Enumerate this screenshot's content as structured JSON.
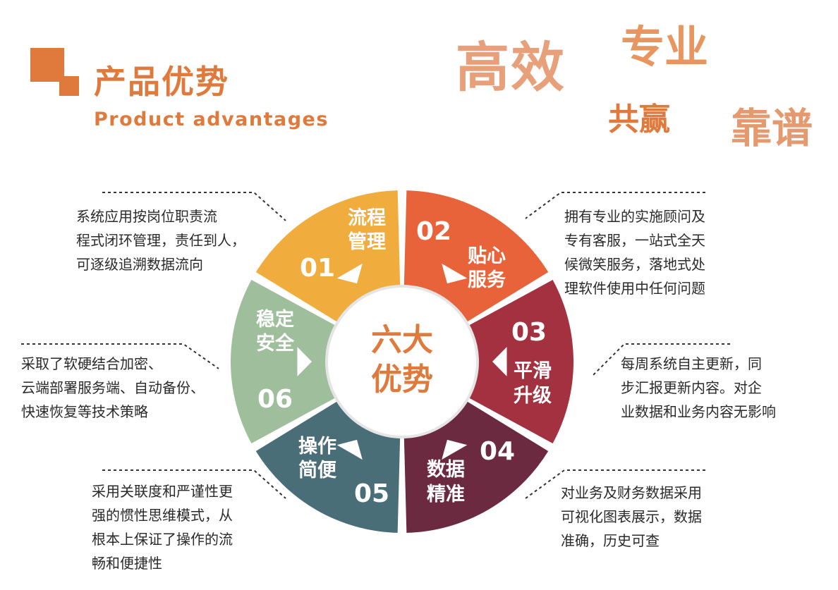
{
  "header": {
    "title_cn": "产品优势",
    "title_en": "Product advantages",
    "accent_color": "#e07a3c"
  },
  "keywords": [
    "高效",
    "专业",
    "共赢",
    "靠谱"
  ],
  "center": {
    "line1": "六大",
    "line2": "优势"
  },
  "segments": [
    {
      "num": "01",
      "label": [
        "流程",
        "管理"
      ],
      "color": "#f0ac3d"
    },
    {
      "num": "02",
      "label": [
        "贴心",
        "服务"
      ],
      "color": "#e8633a"
    },
    {
      "num": "03",
      "label": [
        "平滑",
        "升级"
      ],
      "color": "#a3313f"
    },
    {
      "num": "04",
      "label": [
        "数据",
        "精准"
      ],
      "color": "#6b2a3f"
    },
    {
      "num": "05",
      "label": [
        "操作",
        "简便"
      ],
      "color": "#4a6e78"
    },
    {
      "num": "06",
      "label": [
        "稳定",
        "安全"
      ],
      "color": "#9fbf9c"
    }
  ],
  "descriptions": {
    "d01": [
      "系统应用按岗位职责流",
      "程式闭环管理，责任到人，",
      "可逐级追溯数据流向"
    ],
    "d02": [
      "拥有专业的实施顾问及",
      "专有客服，一站式全天",
      "候微笑服务，落地式处",
      "理软件使用中任何问题"
    ],
    "d03": [
      "每周系统自主更新，同",
      "步汇报更新内容。对企",
      "业数据和业务内容无影响"
    ],
    "d04": [
      "对业务及财务数据采用",
      "可视化图表展示，数据",
      "准确，历史可查"
    ],
    "d05": [
      "采用关联度和严谨性更",
      "强的惯性思维模式，从",
      "根本上保证了操作的流",
      "畅和便捷性"
    ],
    "d06": [
      "采取了软硬结合加密、",
      "云端部署服务端、自动备份、",
      "快速恢复等技术策略"
    ]
  }
}
